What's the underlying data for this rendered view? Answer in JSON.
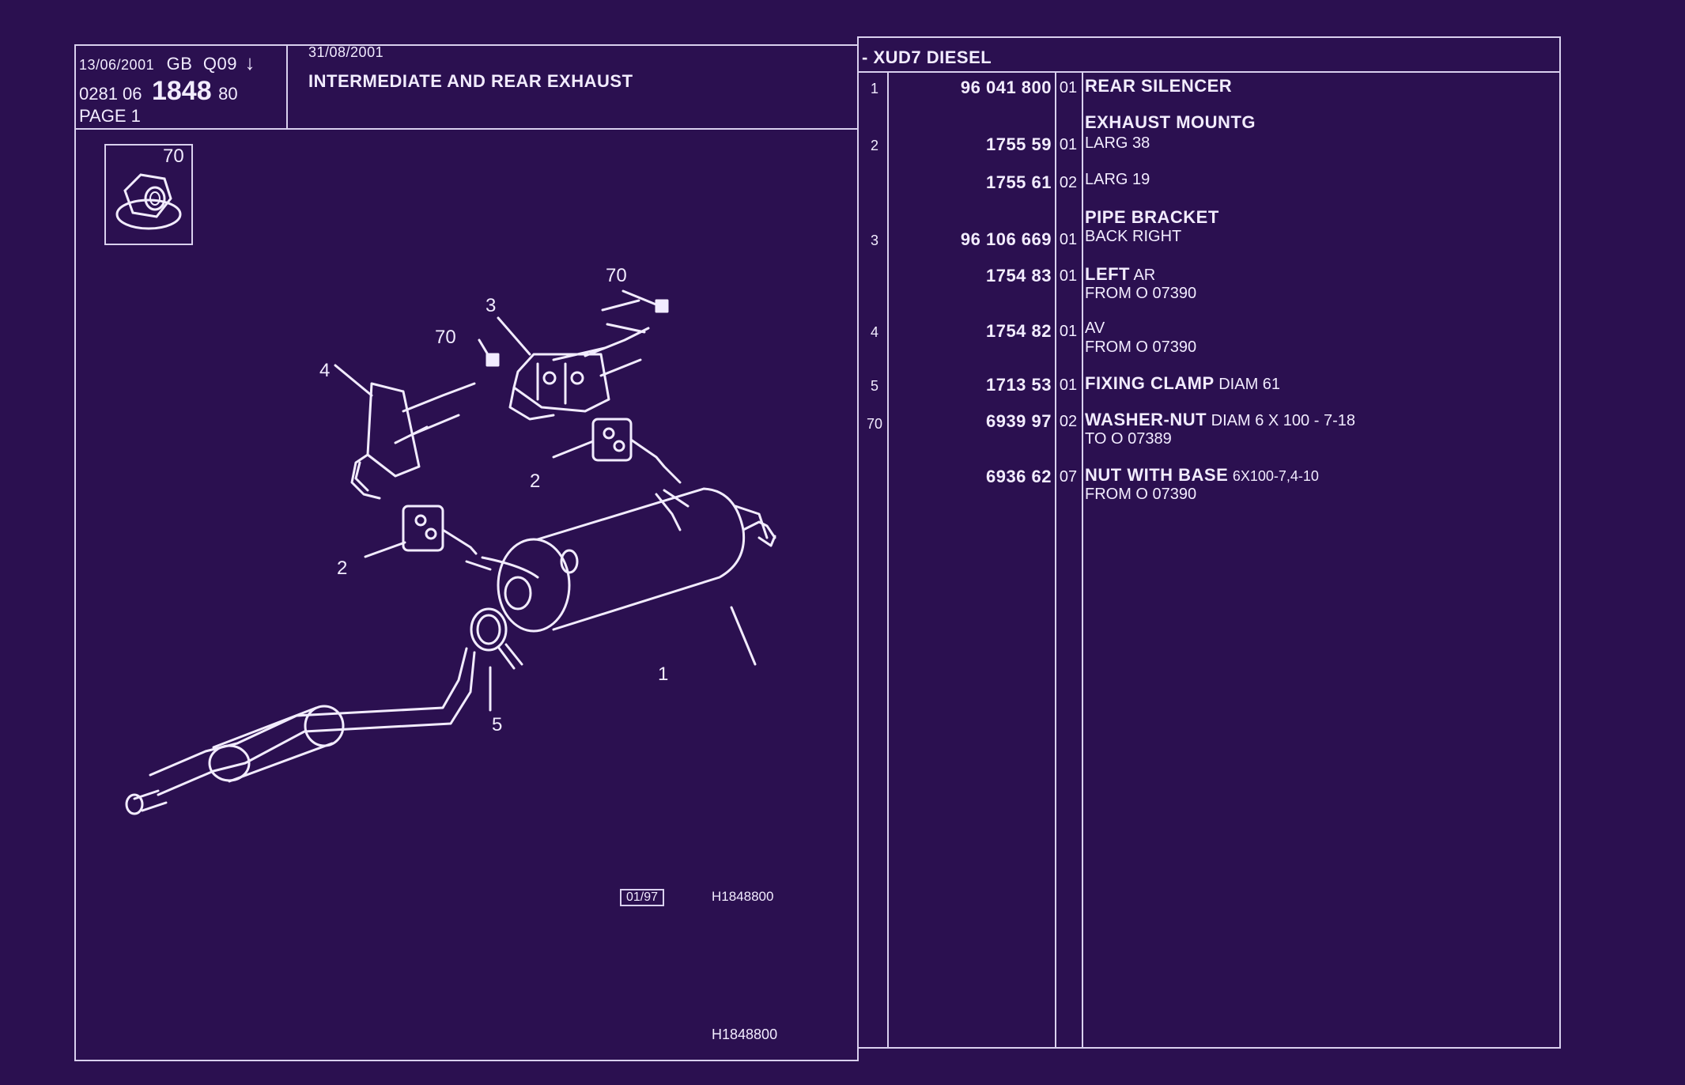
{
  "header": {
    "date1": "13/06/2001",
    "lang": "GB",
    "code": "Q09",
    "arrow": "↓",
    "ref_prefix": "0281 06",
    "ref_main": "1848",
    "ref_suffix": "80",
    "page": "PAGE 1",
    "date2": "31/08/2001",
    "title": "INTERMEDIATE AND REAR EXHAUST",
    "engine": "- XUD7 DIESEL"
  },
  "inset_label": "70",
  "diagram": {
    "callouts": [
      "70",
      "3",
      "70",
      "4",
      "2",
      "2",
      "1",
      "5"
    ],
    "stamp_box": "01/97",
    "stamp_code": "H1848800",
    "footer_code": "H1848800"
  },
  "parts": [
    {
      "num": "1",
      "ref": "96 041 800",
      "var": "01",
      "title": "REAR SILENCER",
      "desc": "",
      "desc2": ""
    },
    {
      "num": "",
      "ref": "",
      "var": "",
      "title": "EXHAUST MOUNTG",
      "desc": "",
      "desc2": ""
    },
    {
      "num": "2",
      "ref": "1755 59",
      "var": "01",
      "title": "",
      "desc": "LARG 38",
      "desc2": ""
    },
    {
      "num": "",
      "ref": "1755 61",
      "var": "02",
      "title": "",
      "desc": "LARG 19",
      "desc2": ""
    },
    {
      "num": "",
      "ref": "",
      "var": "",
      "title": "PIPE BRACKET",
      "desc": "",
      "desc2": ""
    },
    {
      "num": "3",
      "ref": "96 106 669",
      "var": "01",
      "title": "",
      "desc": "BACK RIGHT",
      "desc2": ""
    },
    {
      "num": "",
      "ref": "1754 83",
      "var": "01",
      "title": "LEFT",
      "desc": "AR",
      "desc2": "FROM O 07390"
    },
    {
      "num": "4",
      "ref": "1754 82",
      "var": "01",
      "title": "",
      "desc": "AV",
      "desc2": "FROM O 07390"
    },
    {
      "num": "5",
      "ref": "1713 53",
      "var": "01",
      "title": "FIXING CLAMP",
      "desc": "DIAM 61",
      "desc2": ""
    },
    {
      "num": "70",
      "ref": "6939 97",
      "var": "02",
      "title": "WASHER-NUT",
      "desc": "DIAM 6 X 100 - 7-18",
      "desc2": "TO O 07389"
    },
    {
      "num": "",
      "ref": "6936 62",
      "var": "07",
      "title": "NUT WITH BASE",
      "desc": "6X100-7,4-10",
      "desc2": "FROM O 07390"
    }
  ]
}
